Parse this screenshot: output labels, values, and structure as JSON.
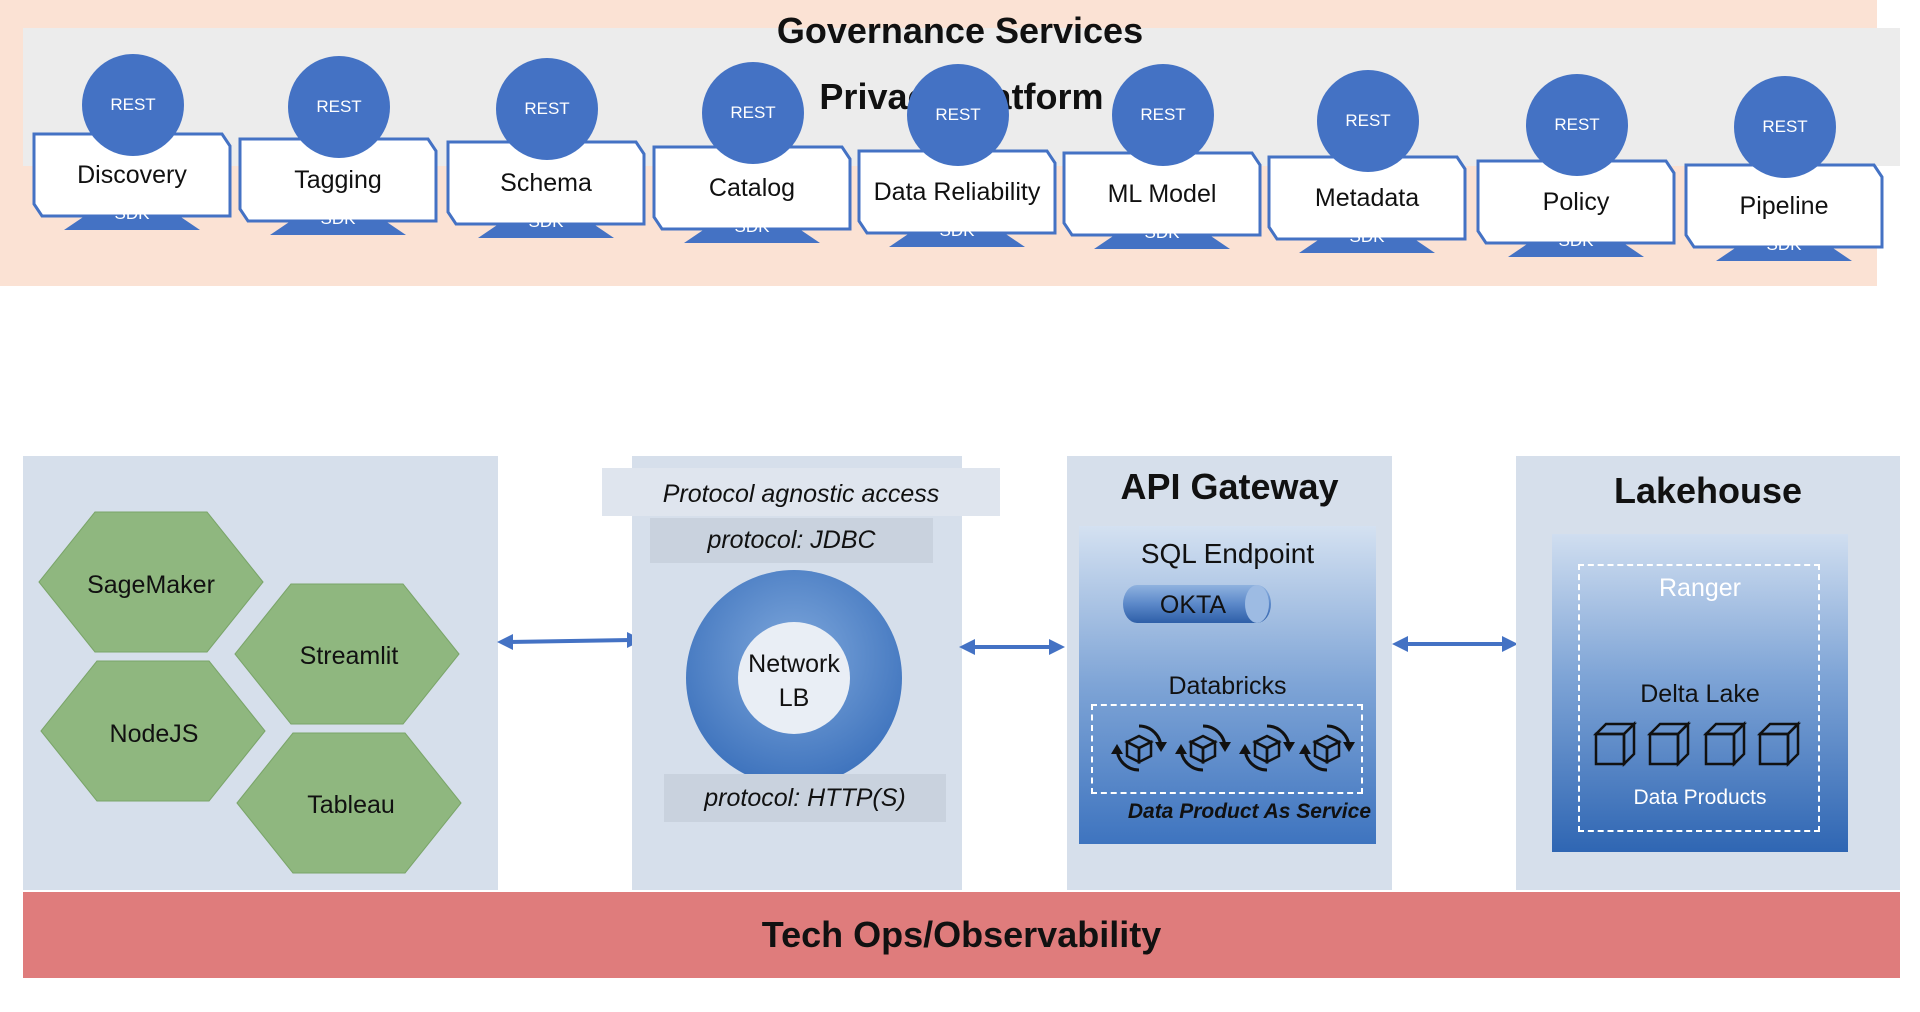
{
  "privacy_platform": "Privacy Platform",
  "governance": {
    "title": "Governance Services",
    "rest_label": "REST",
    "sdk_label": "SDK",
    "services": [
      {
        "name": "Discovery"
      },
      {
        "name": "Tagging"
      },
      {
        "name": "Schema"
      },
      {
        "name": "Catalog"
      },
      {
        "name": "Data Reliability"
      },
      {
        "name": "ML Model"
      },
      {
        "name": "Metadata"
      },
      {
        "name": "Policy"
      },
      {
        "name": "Pipeline"
      }
    ]
  },
  "clients": {
    "items": [
      "SageMaker",
      "Streamlit",
      "NodeJS",
      "Tableau"
    ],
    "color": "#8fb77f"
  },
  "protocol": {
    "title": "Protocol agnostic access",
    "jdbc": "protocol: JDBC",
    "network_lb_line1": "Network",
    "network_lb_line2": "LB",
    "http": "protocol: HTTP(S)"
  },
  "api_gateway": {
    "title": "API Gateway",
    "sql_endpoint": "SQL Endpoint",
    "okta": "OKTA",
    "databricks": "Databricks",
    "dpaas": "Data Product As Service"
  },
  "lakehouse": {
    "title": "Lakehouse",
    "ranger": "Ranger",
    "delta_lake": "Delta Lake",
    "data_products": "Data Products"
  },
  "tech_ops": "Tech Ops/Observability",
  "colors": {
    "accent_blue": "#4472c4",
    "panel_bg": "#d6dfeb",
    "governance_bg": "#fbe2d4",
    "tech_ops_bg": "#df7c7c"
  }
}
